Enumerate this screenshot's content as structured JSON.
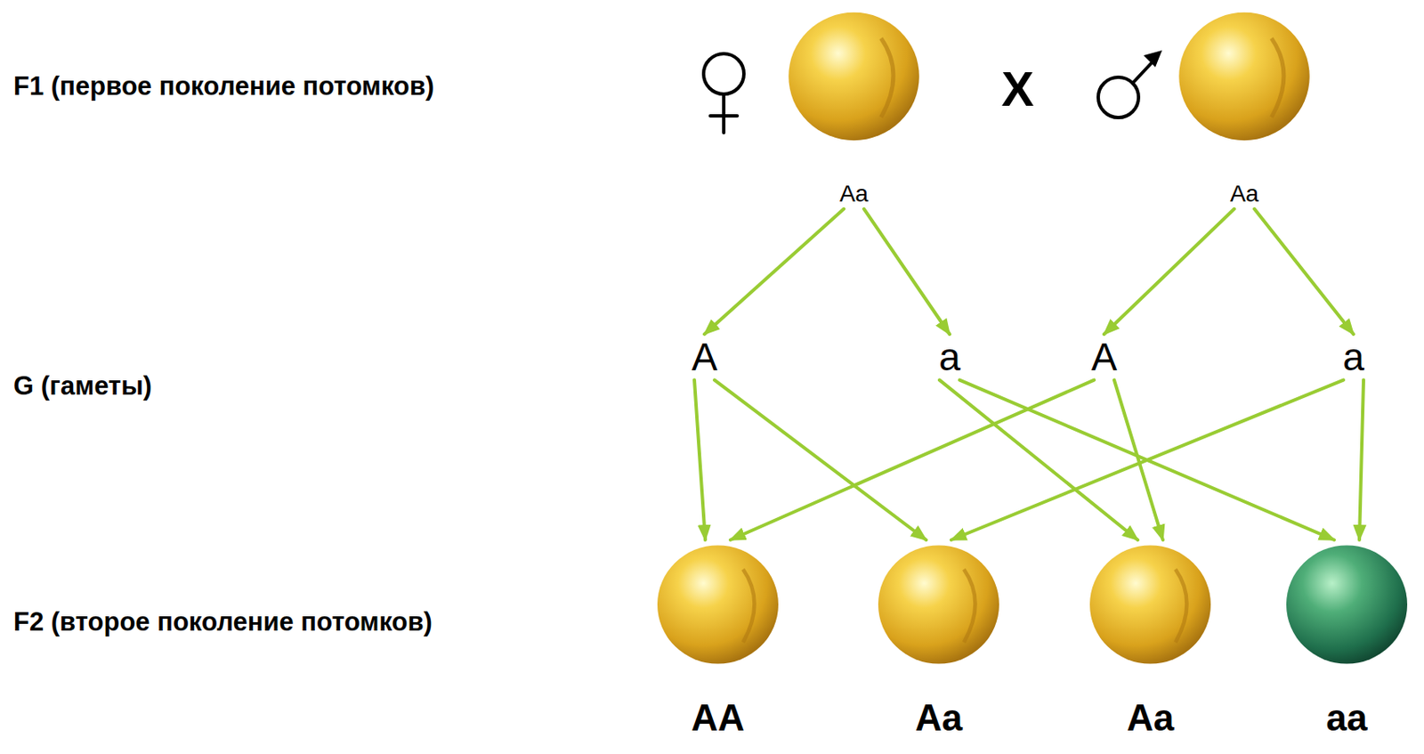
{
  "diagram": {
    "nodes": [
      {
        "text": [
          "Aa"
        ]
      },
      {
        "text": [
          "Aa"
        ]
      },
      {
        "text": [
          "A"
        ]
      },
      {
        "text": [
          "a"
        ]
      },
      {
        "text": [
          "A"
        ]
      },
      {
        "text": [
          "a"
        ]
      },
      {
        "text": [
          "AA"
        ]
      },
      {
        "text": [
          "Aa"
        ]
      },
      {
        "text": [
          "Aa"
        ]
      },
      {
        "text": [
          "aa"
        ]
      }
    ],
    "edges": [
      {
        "from": 0,
        "to": 2,
        "arrow": "to"
      },
      {
        "from": 0,
        "to": 3,
        "arrow": "to"
      },
      {
        "from": 1,
        "to": 4,
        "arrow": "to"
      },
      {
        "from": 1,
        "to": 5,
        "arrow": "to"
      },
      {
        "from": 2,
        "to": 6,
        "arrow": "to"
      },
      {
        "from": 4,
        "to": 6,
        "arrow": "to"
      },
      {
        "from": 2,
        "to": 7,
        "arrow": "to"
      },
      {
        "from": 5,
        "to": 7,
        "arrow": "to"
      },
      {
        "from": 3,
        "to": 8,
        "arrow": "to"
      },
      {
        "from": 4,
        "to": 8,
        "arrow": "to"
      },
      {
        "from": 3,
        "to": 9,
        "arrow": "to"
      },
      {
        "from": 5,
        "to": 9,
        "arrow": "to"
      }
    ],
    "labels": [
      "F1 (первое поколение потомков)",
      "G (гаметы)",
      "F2 (второе поколение потомков)",
      "X"
    ]
  }
}
